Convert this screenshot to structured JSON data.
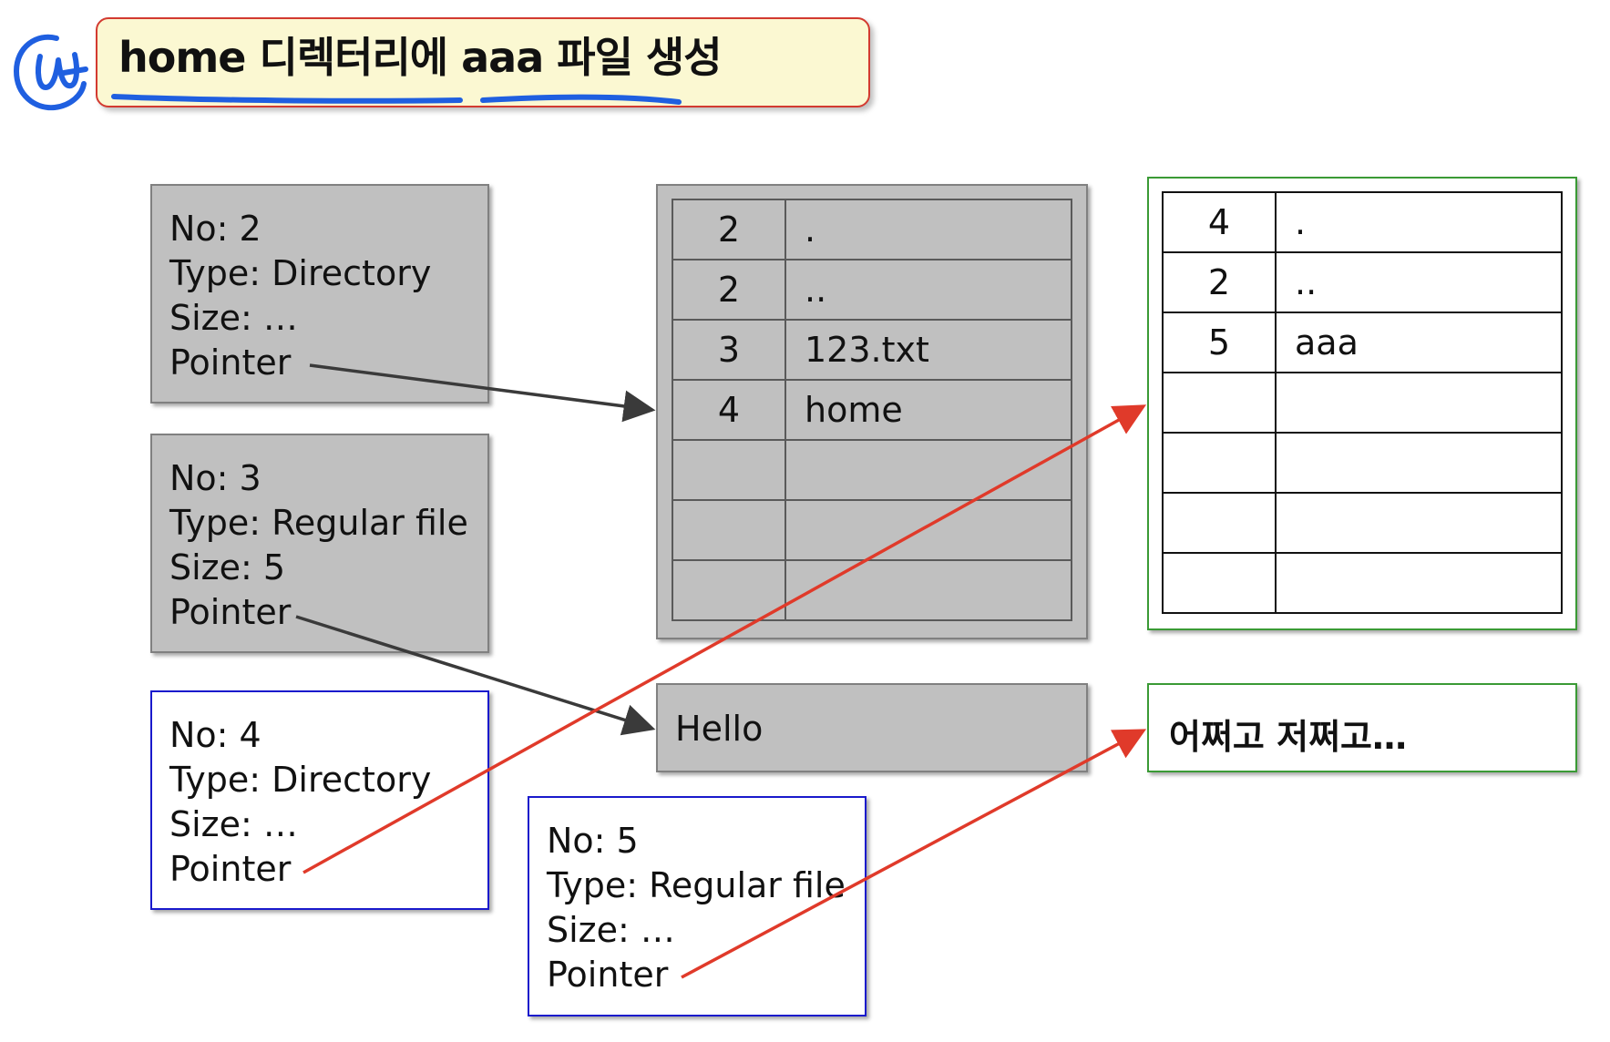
{
  "title": "home 디렉터리에 aaa 파일 생성",
  "inodes": [
    {
      "no": "No: 2",
      "type": "Type: Directory",
      "size": "Size: …",
      "pointer": "Pointer"
    },
    {
      "no": "No: 3",
      "type": "Type: Regular file",
      "size": "Size: 5",
      "pointer": "Pointer"
    },
    {
      "no": "No: 4",
      "type": "Type: Directory",
      "size": "Size: …",
      "pointer": "Pointer"
    },
    {
      "no": "No: 5",
      "type": "Type: Regular file",
      "size": "Size: …",
      "pointer": "Pointer"
    }
  ],
  "root_dir": {
    "rows": [
      {
        "num": "2",
        "name": "."
      },
      {
        "num": "2",
        "name": ".."
      },
      {
        "num": "3",
        "name": "123.txt"
      },
      {
        "num": "4",
        "name": "home"
      },
      {
        "num": "",
        "name": ""
      },
      {
        "num": "",
        "name": ""
      },
      {
        "num": "",
        "name": ""
      }
    ]
  },
  "home_dir": {
    "rows": [
      {
        "num": "4",
        "name": "."
      },
      {
        "num": "2",
        "name": ".."
      },
      {
        "num": "5",
        "name": "aaa"
      },
      {
        "num": "",
        "name": ""
      },
      {
        "num": "",
        "name": ""
      },
      {
        "num": "",
        "name": ""
      },
      {
        "num": "",
        "name": ""
      }
    ]
  },
  "blocks": {
    "hello": "Hello",
    "other": "어쩌고 저쩌고…"
  },
  "colors": {
    "title_bg": "#fbf8d2",
    "title_border": "#d33a30",
    "title_underline": "#1f5fe0",
    "new_arrow": "#e03a2a",
    "old_arrow": "#3a3a3a",
    "new_inode_border": "#1a1acc",
    "new_block_border": "#3a9a35"
  },
  "icons": {
    "logo": "handwritten-logo-icon"
  }
}
